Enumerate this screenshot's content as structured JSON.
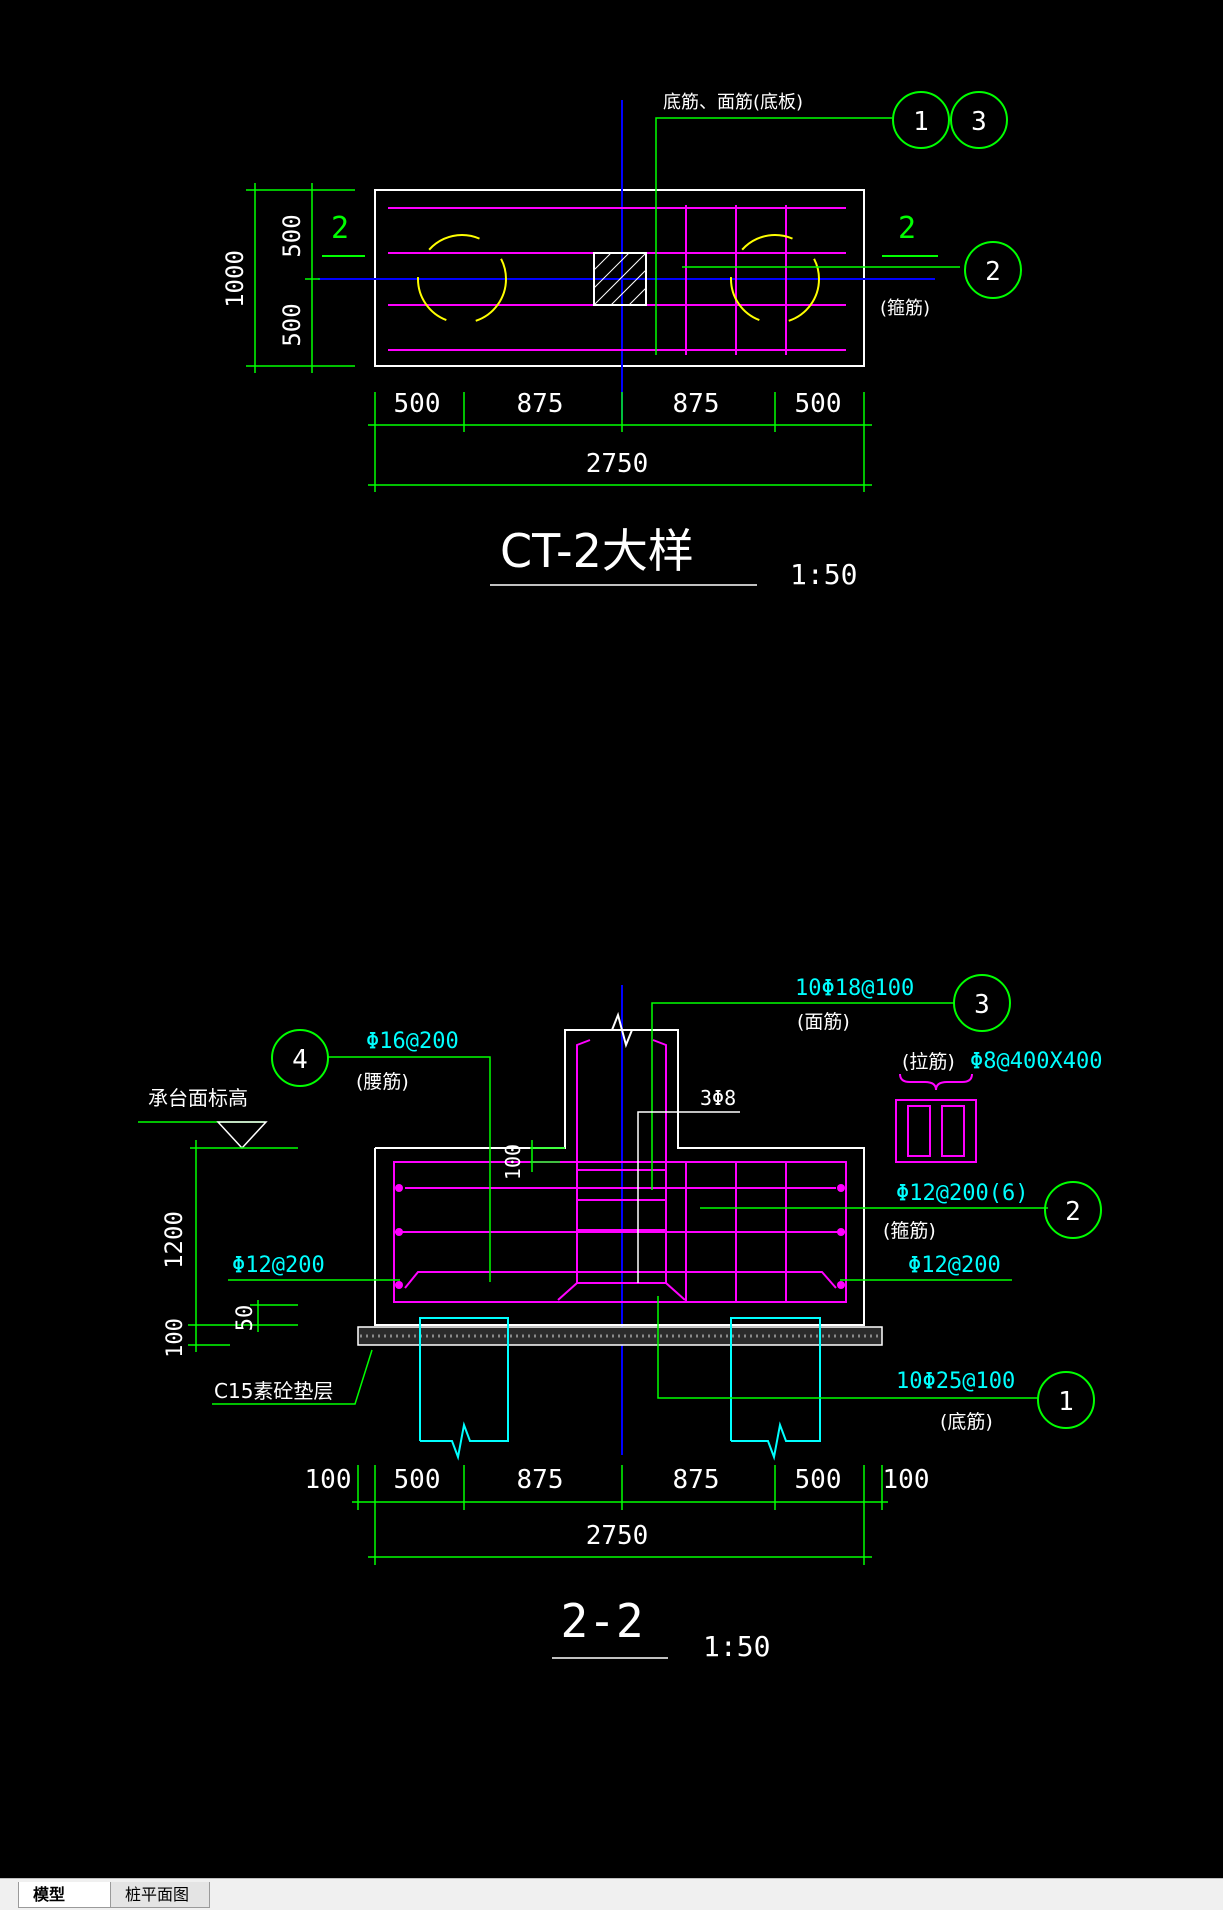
{
  "drawing": {
    "plan": {
      "title": "CT-2大样",
      "scale": "1:50",
      "section_mark_left": "2",
      "section_mark_right": "2",
      "leader_top_label": "底筋、面筋(底板)",
      "bubble_1": "1",
      "bubble_3": "3",
      "bubble_2": "2",
      "stirrup_note": "(箍筋)",
      "dim_total_height": "1000",
      "dim_upper": "500",
      "dim_lower": "500",
      "dim_b1": "500",
      "dim_b2": "875",
      "dim_b3": "875",
      "dim_b4": "500",
      "dim_total_width": "2750"
    },
    "section": {
      "title": "2-2",
      "scale": "1:50",
      "top_rebar": "10Φ18@100",
      "top_rebar_note": "(面筋)",
      "bubble_3": "3",
      "waist_rebar": "Φ16@200",
      "waist_rebar_note": "(腰筋)",
      "bubble_4": "4",
      "tie_note": "(拉筋)",
      "tie_rebar": "Φ8@400X400",
      "column_bars": "3Φ8",
      "cap_top_label": "承台面标高",
      "dim_100_cover": "100",
      "stirrup_rebar": "Φ12@200(6)",
      "stirrup_note": "(箍筋)",
      "bubble_2": "2",
      "side_rebar_left": "Φ12@200",
      "side_rebar_right": "Φ12@200",
      "dim_height": "1200",
      "dim_50": "50",
      "dim_100": "100",
      "bedding_label": "C15素砼垫层",
      "bottom_rebar": "10Φ25@100",
      "bottom_rebar_note": "(底筋)",
      "bubble_1": "1",
      "dim_c1": "100",
      "dim_c2": "500",
      "dim_c3": "875",
      "dim_c4": "875",
      "dim_c5": "500",
      "dim_c6": "100",
      "dim_total_width": "2750"
    }
  },
  "tabs": {
    "model": "模型",
    "pile_plan": "桩平面图"
  },
  "colors": {
    "background": "#000000",
    "dimension": "#00ff00",
    "rebar": "#ff00ff",
    "outline": "#ffffff",
    "axis": "#0000ff",
    "pile": "#ffff00",
    "cyan_text": "#00ffff"
  }
}
